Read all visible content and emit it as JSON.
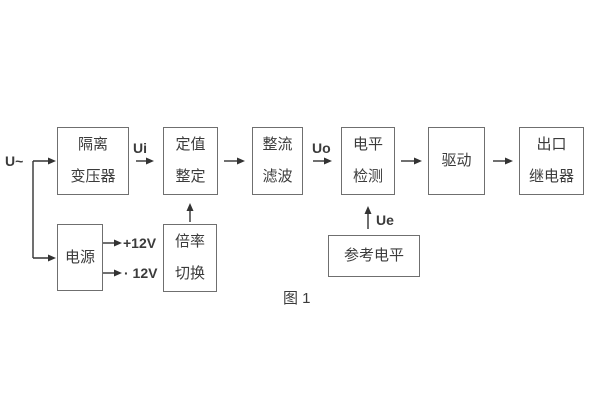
{
  "figure": {
    "caption": "图 1"
  },
  "colors": {
    "background": "#ffffff",
    "text": "#3b3b3b",
    "box_border": "#6f6f6f",
    "connector": "#333333"
  },
  "boxes": {
    "isolation_transformer": {
      "line1": "隔离",
      "line2": "变压器"
    },
    "setting": {
      "line1": "定值",
      "line2": "整定"
    },
    "rectifier_filter": {
      "line1": "整流",
      "line2": "滤波"
    },
    "level_detection": {
      "line1": "电平",
      "line2": "检测"
    },
    "drive": {
      "line1": "驱动"
    },
    "output_relay": {
      "line1": "出口",
      "line2": "继电器"
    },
    "power_supply": {
      "line1": "电源"
    },
    "ratio_switch": {
      "line1": "倍率",
      "line2": "切换"
    },
    "reference_level": {
      "line1": "参考电平"
    }
  },
  "labels": {
    "input": "U~",
    "ui": "Ui",
    "uo": "Uo",
    "plus_12v": "+12V",
    "minus_12v": "· 12V",
    "ue": "Ue"
  }
}
